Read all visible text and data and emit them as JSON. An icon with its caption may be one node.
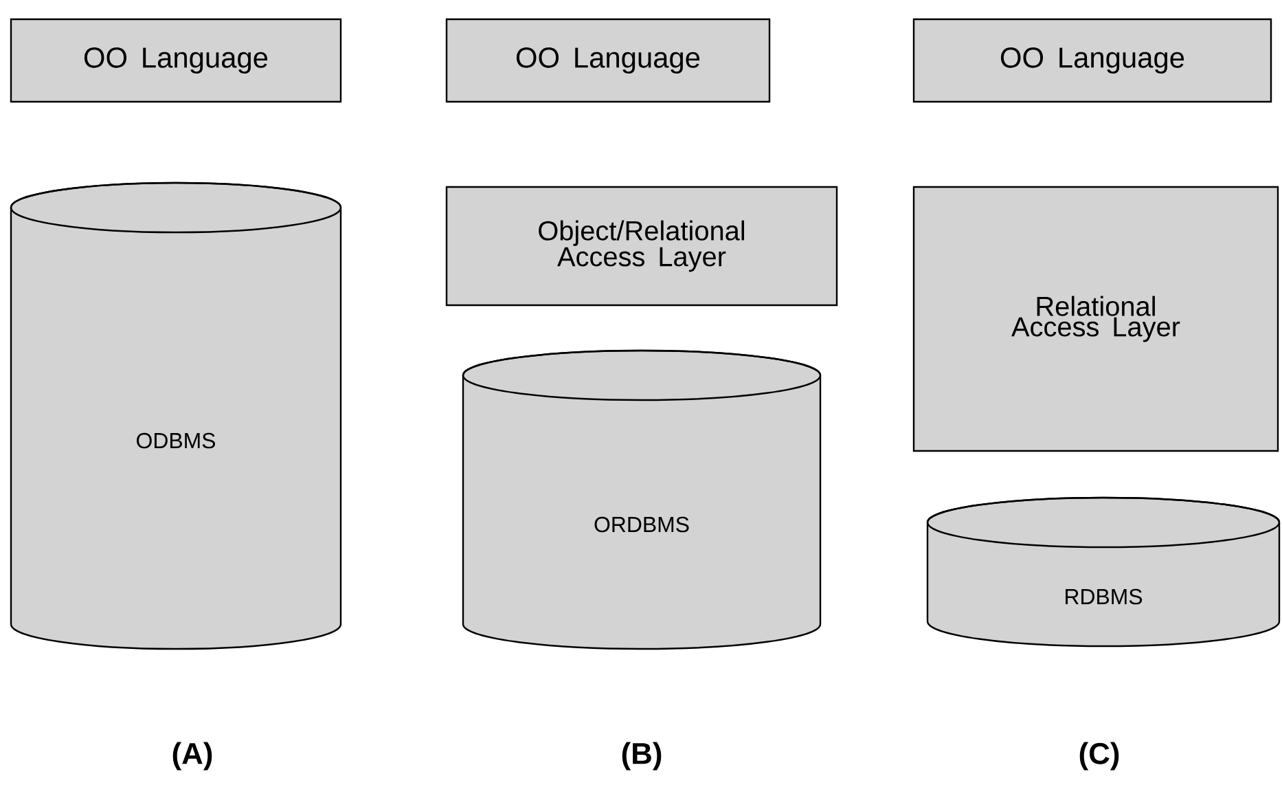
{
  "diagram": {
    "nodes": [
      {
        "text": [
          "OO Language"
        ]
      },
      {
        "text": [
          "ODBMS"
        ]
      },
      {
        "text": [
          "OO Language"
        ]
      },
      {
        "text": [
          "Object/Relational Access Layer"
        ]
      },
      {
        "text": [
          "ORDBMS"
        ]
      },
      {
        "text": [
          "OO Language"
        ]
      },
      {
        "text": [
          "Relational Access Layer"
        ]
      },
      {
        "text": [
          "RDBMS"
        ]
      }
    ],
    "labels": [
      "(A)",
      "(B)",
      "(C)"
    ]
  }
}
